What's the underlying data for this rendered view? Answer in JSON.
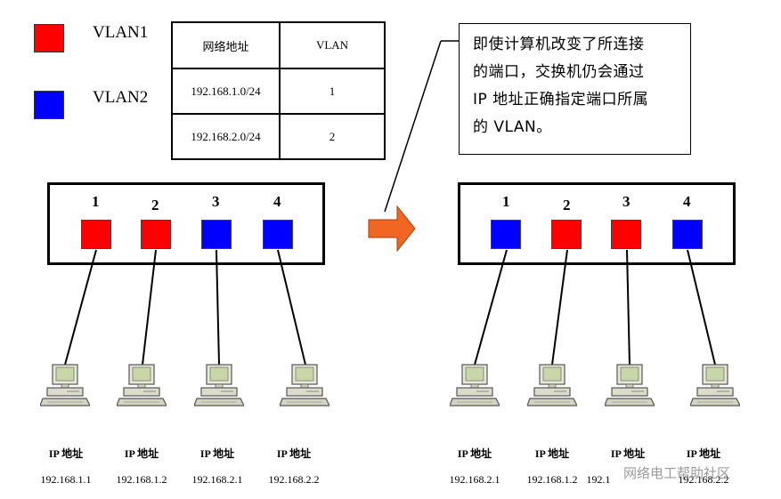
{
  "legend": {
    "items": [
      {
        "label": "VLAN1",
        "color": "#ff0000"
      },
      {
        "label": "VLAN2",
        "color": "#0000ff"
      }
    ]
  },
  "table": {
    "headers": [
      "网络地址",
      "VLAN"
    ],
    "rows": [
      [
        "192.168.1.0/24",
        "1"
      ],
      [
        "192.168.2.0/24",
        "2"
      ]
    ]
  },
  "note": {
    "lines": [
      "即使计算机改变了所连接",
      "的端口，交换机仍会通过",
      "IP 地址正确指定端口所属",
      "的 VLAN。"
    ]
  },
  "arrow_color": "#f26522",
  "colors": {
    "red": "#ff0000",
    "blue": "#0000ff"
  },
  "before": {
    "ports": [
      {
        "num": "1",
        "color": "red"
      },
      {
        "num": "2",
        "color": "red"
      },
      {
        "num": "3",
        "color": "blue"
      },
      {
        "num": "4",
        "color": "blue"
      }
    ],
    "hosts": [
      {
        "label": "IP 地址",
        "ip": "192.168.1.1"
      },
      {
        "label": "IP 地址",
        "ip": "192.168.1.2"
      },
      {
        "label": "IP 地址",
        "ip": "192.168.2.1"
      },
      {
        "label": "IP 地址",
        "ip": "192.168.2.2"
      }
    ]
  },
  "after": {
    "ports": [
      {
        "num": "1",
        "color": "blue"
      },
      {
        "num": "2",
        "color": "red"
      },
      {
        "num": "3",
        "color": "red"
      },
      {
        "num": "4",
        "color": "blue"
      }
    ],
    "hosts": [
      {
        "label": "IP 地址",
        "ip": "192.168.2.1"
      },
      {
        "label": "IP 地址",
        "ip": "192.168.1.2"
      },
      {
        "label": "IP 地址",
        "ip": "192.1"
      },
      {
        "label": "IP 地址",
        "ip": "192.168.2.2"
      }
    ]
  },
  "watermark": "网络电工帮助社区"
}
